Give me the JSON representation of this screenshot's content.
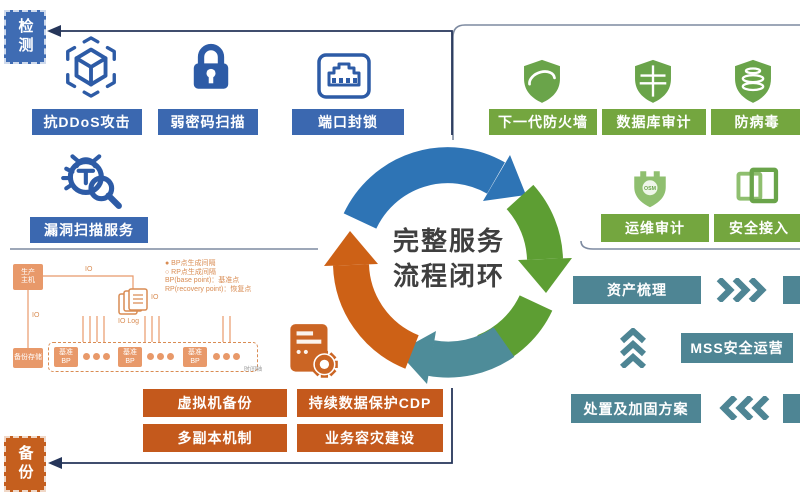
{
  "colors": {
    "blue": "#3b68b0",
    "blueicon": "#2d5ba6",
    "green": "#74a63f",
    "greenicon": "#6aa44a",
    "greenlight": "#8fbf6f",
    "teal": "#4e8594",
    "orange": "#c4591c",
    "orangeicon": "#cb6524",
    "arcblue": "#2e74b5",
    "arcgreen": "#5d9e33",
    "arcteal": "#4e8c99",
    "arcorange": "#cd6116",
    "navy": "#26365a",
    "line": "#7d8aa0",
    "text": "#3f3f3f",
    "tagblue": "#3f6cb3",
    "tagorange": "#c55f1e",
    "cdp": "#d98c53",
    "cdplight": "#e8996a"
  },
  "center": {
    "line1": "完整服务",
    "line2": "流程闭环"
  },
  "tags": {
    "top": "检测",
    "bottom": "备份"
  },
  "detection": {
    "items": [
      {
        "label": "抗DDoS攻击"
      },
      {
        "label": "弱密码扫描"
      },
      {
        "label": "端口封锁"
      },
      {
        "label": "漏洞扫描服务"
      }
    ]
  },
  "protection": {
    "row1": [
      {
        "label": "下一代防火墙"
      },
      {
        "label": "数据库审计"
      },
      {
        "label": "防病毒"
      }
    ],
    "row2": [
      {
        "label": "运维审计",
        "badge": "OSM"
      },
      {
        "label": "安全接入"
      }
    ]
  },
  "operation": {
    "steps": [
      {
        "label": "资产梳理"
      },
      {
        "label": "MSS安全运营"
      },
      {
        "label": "处置及加固方案"
      }
    ]
  },
  "recovery": {
    "buttons": [
      {
        "label": "虚拟机备份"
      },
      {
        "label": "持续数据保护CDP"
      },
      {
        "label": "多副本机制"
      },
      {
        "label": "业务容灾建设"
      }
    ],
    "cdp": {
      "legend": [
        "● BP点生成间隔",
        "○ RP点生成间隔",
        "BP(base point)：基准点",
        "RP(recovery point)：恢复点"
      ],
      "host": "生产主机",
      "storage": "备份存储",
      "io": "IO",
      "iolog": "IO Log",
      "bp": "基准BP",
      "timeline": "时间轴"
    }
  }
}
